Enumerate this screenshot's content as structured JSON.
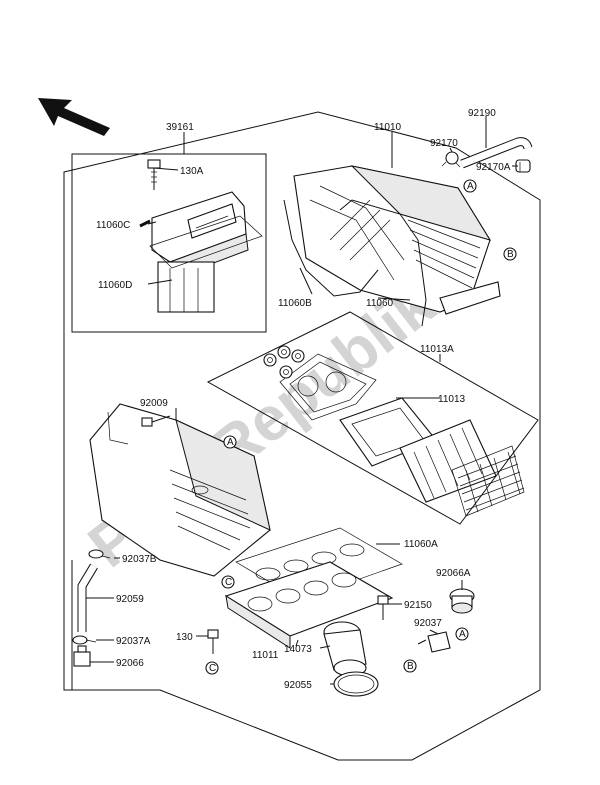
{
  "watermark": "PartsRepublik",
  "labels": {
    "l39161": "39161",
    "l130A": "130A",
    "l11060C": "11060C",
    "l11060D": "11060D",
    "l11010": "11010",
    "l92190": "92190",
    "l92170": "92170",
    "l92170A": "92170A",
    "l11060B": "11060B",
    "l11060": "11060",
    "l11013A": "11013A",
    "l11013": "11013",
    "l92009": "92009",
    "l11060A": "11060A",
    "l92037B": "92037B",
    "l92066A": "92066A",
    "l92059": "92059",
    "l92150": "92150",
    "l92037": "92037",
    "l130": "130",
    "l11011": "11011",
    "l14073": "14073",
    "l92037A": "92037A",
    "l92066": "92066",
    "l92055": "92055"
  },
  "callouts": {
    "a": "A",
    "b": "B",
    "c": "C"
  }
}
